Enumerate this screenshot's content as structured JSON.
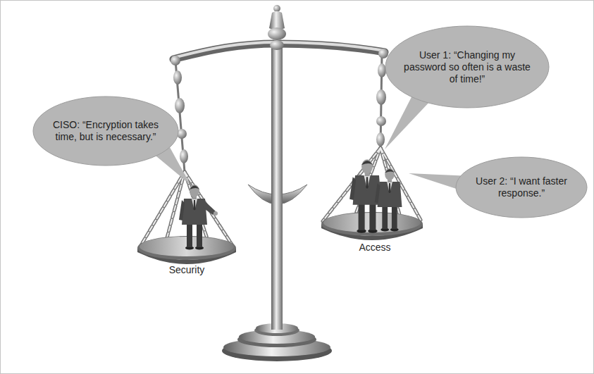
{
  "diagram": {
    "nodes": [
      {
        "text": [
          "CISO: “Encryption takes time, but is necessary.”"
        ]
      },
      {
        "text": [
          "User 1: “Changing my password so often is a waste of time!”"
        ]
      },
      {
        "text": [
          "User 2: “I want faster response.”"
        ]
      }
    ],
    "labels": [
      "Security",
      "Access"
    ]
  }
}
